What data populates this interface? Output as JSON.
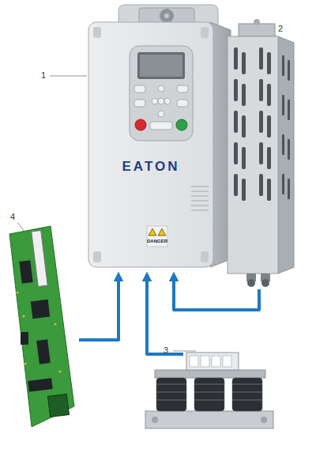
{
  "diagram": {
    "labels": [
      "1",
      "2",
      "3",
      "4",
      "EATON",
      "DANGER"
    ]
  }
}
